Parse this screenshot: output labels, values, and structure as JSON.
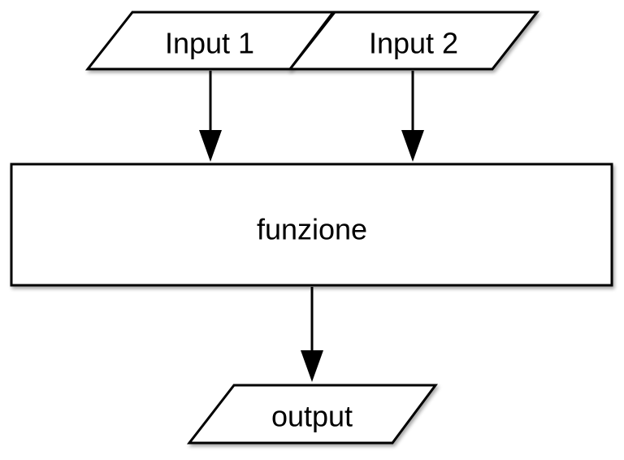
{
  "nodes": {
    "input_1": {
      "label": "Input 1",
      "shape": "parallelogram"
    },
    "input_2": {
      "label": "Input 2",
      "shape": "parallelogram"
    },
    "function": {
      "label": "funzione",
      "shape": "rectangle"
    },
    "output": {
      "label": "output",
      "shape": "parallelogram"
    }
  },
  "edges": [
    {
      "from": "Input 1",
      "to": "funzione"
    },
    {
      "from": "Input 2",
      "to": "funzione"
    },
    {
      "from": "funzione",
      "to": "output"
    }
  ],
  "colors": {
    "stroke": "#000000",
    "fill": "#ffffff",
    "text": "#000000"
  }
}
